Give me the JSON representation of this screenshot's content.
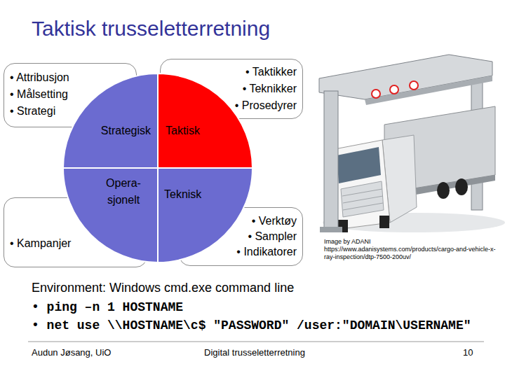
{
  "diagram": {
    "title": "Taktisk trusseletterretning",
    "nodes": [
      {
        "text": [
          "• Attribusjon",
          "• Målsetting",
          "• Strategi"
        ]
      },
      {
        "text": [
          "• Taktikker",
          "• Teknikker",
          "• Prosedyrer"
        ]
      },
      {
        "text": [
          "Strategisk"
        ]
      },
      {
        "text": [
          "Taktisk"
        ]
      },
      {
        "text": [
          "Opera- sjonelt"
        ]
      },
      {
        "text": [
          "Teknisk"
        ]
      },
      {
        "text": [
          "• Kampanjer"
        ]
      },
      {
        "text": [
          "• Verktøy",
          "• Sampler",
          "• Indikatorer"
        ]
      }
    ],
    "labels": [
      "Image by ADANI https://www.adanisystems.com/products/cargo-and-vehicle-x-ray-inspection/dtp-7500-200uv/",
      "Environment: Windows cmd.exe command line",
      "• ping –n 1 HOSTNAME",
      "• net use \\\\HOSTNAME\\c$ \"PASSWORD\" /user:\"DOMAIN\\USERNAME\"",
      "Audun Jøsang, UiO",
      "Digital trusseletterretning",
      "10"
    ]
  }
}
